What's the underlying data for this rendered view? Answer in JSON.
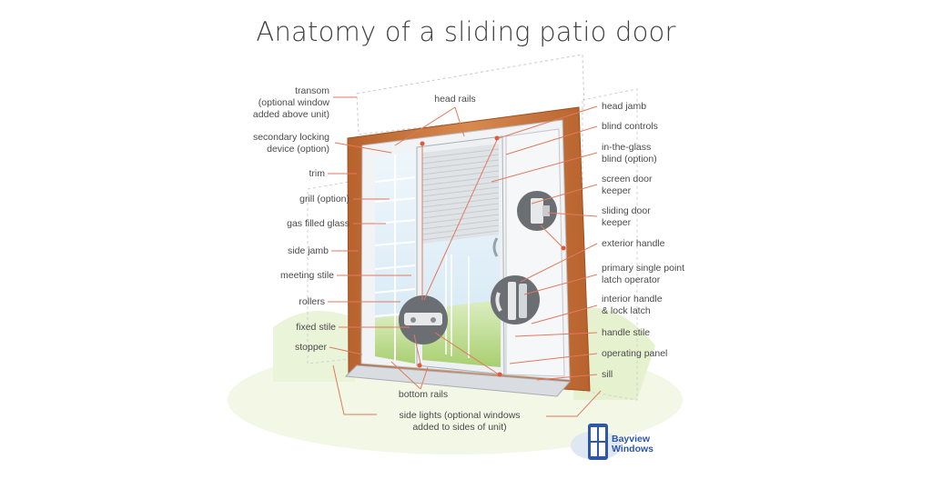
{
  "title": "Anatomy of a sliding patio door",
  "labels": {
    "transom": [
      "transom",
      "(optional window",
      "added above unit)"
    ],
    "secondary_locking": [
      "secondary locking",
      "device (option)"
    ],
    "trim": [
      "trim"
    ],
    "grill": [
      "grill (option)"
    ],
    "gas_glass": [
      "gas filled glass"
    ],
    "side_jamb": [
      "side jamb"
    ],
    "meeting_stile": [
      "meeting stile"
    ],
    "rollers": [
      "rollers"
    ],
    "fixed_stile": [
      "fixed stile"
    ],
    "stopper": [
      "stopper"
    ],
    "head_rails": [
      "head rails"
    ],
    "bottom_rails": [
      "bottom rails"
    ],
    "side_lights": [
      "side lights (optional windows",
      "added to sides of unit)"
    ],
    "head_jamb": [
      "head jamb"
    ],
    "blind_controls": [
      "blind controls"
    ],
    "in_glass_blind": [
      "in-the-glass",
      "blind (option)"
    ],
    "screen_keeper": [
      "screen door",
      "keeper"
    ],
    "sliding_keeper": [
      "sliding door",
      "keeper"
    ],
    "exterior_handle": [
      "exterior handle"
    ],
    "primary_latch": [
      "primary single point",
      "latch operator"
    ],
    "interior_handle": [
      "interior handle",
      "& lock latch"
    ],
    "handle_stile": [
      "handle stile"
    ],
    "operating_panel": [
      "operating panel"
    ],
    "sill": [
      "sill"
    ]
  },
  "logo": {
    "line1": "Bayview",
    "line2": "Windows"
  },
  "colors": {
    "leader": "#e07a5f",
    "trim": "#c8733e",
    "frame": "#e9ecef",
    "glass": "#cfe4f1",
    "grass": "#b9d98a"
  }
}
